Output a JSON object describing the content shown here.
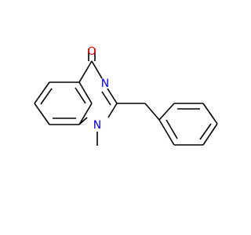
{
  "molecule": {
    "atoms": {
      "oxygen": {
        "label": "O",
        "color": "#ff0000"
      },
      "n3": {
        "label": "N",
        "color": "#0000ff"
      },
      "n1": {
        "label": "N",
        "color": "#0000ff"
      }
    }
  },
  "colors": {
    "background": "#ffffff",
    "bond": "#000000",
    "oxygen": "#ff0000",
    "nitrogen": "#0000ff"
  }
}
